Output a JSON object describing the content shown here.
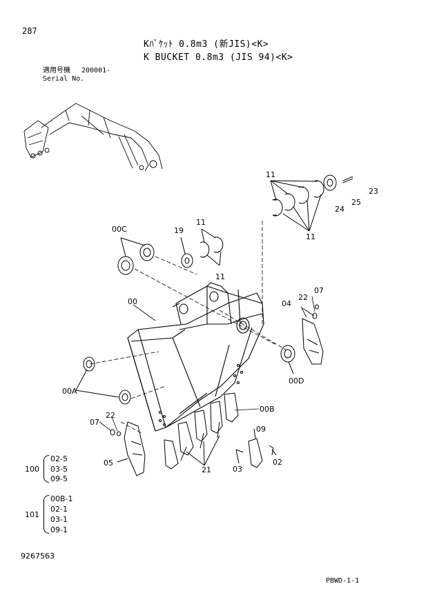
{
  "page_number": "287",
  "title_jp": "Kﾊﾞｹｯﾄ 0.8m3 (新JIS)<K>",
  "title_en": "K BUCKET 0.8m3 (JIS 94)<K>",
  "serial_label_jp": "適用号機",
  "serial_value": "200001-",
  "serial_label_en": "Serial No.",
  "callouts": {
    "c11a": "11",
    "c11b": "11",
    "c11c": "11",
    "c11d": "11",
    "c23": "23",
    "c24": "24",
    "c25": "25",
    "c00C": "00C",
    "c19": "19",
    "c00": "00",
    "c04": "04",
    "c22a": "22",
    "c07a": "07",
    "c00D": "00D",
    "c00A": "00A",
    "c00B": "00B",
    "c07b": "07",
    "c22b": "22",
    "c05": "05",
    "c21": "21",
    "c09": "09",
    "c03": "03",
    "c02": "02"
  },
  "kits": [
    {
      "label": "100",
      "items": [
        "02-5",
        "03-5",
        "09-5"
      ]
    },
    {
      "label": "101",
      "items": [
        "00B-1",
        "02-1",
        "03-1",
        "09-1"
      ]
    }
  ],
  "drawing_number": "9267563",
  "page_code": "PBWD-1-1"
}
